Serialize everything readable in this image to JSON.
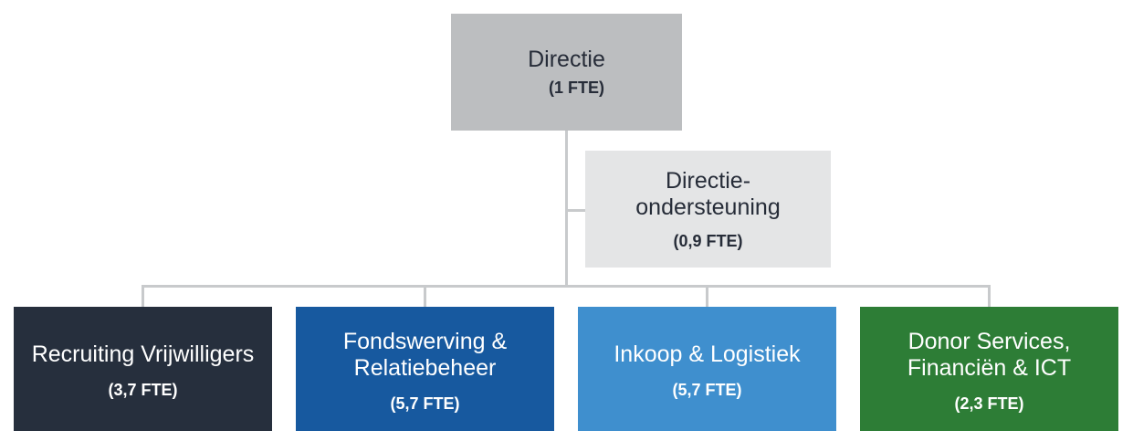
{
  "directie": {
    "title": "Directie",
    "fte": "(1 FTE)",
    "color": "#bcbec0"
  },
  "ondersteuning": {
    "title": "Directie-\nondersteuning",
    "fte": "(0,9 FTE)",
    "color": "#e4e5e6"
  },
  "departments": [
    {
      "title": "Recruiting Vrijwilligers",
      "fte": "(3,7 FTE)",
      "color": "#262f3d"
    },
    {
      "title": "Fondswerving &\nRelatiebeheer",
      "fte": "(5,7 FTE)",
      "color": "#17599f"
    },
    {
      "title": "Inkoop & Logistiek",
      "fte": "(5,7 FTE)",
      "color": "#3f8fce"
    },
    {
      "title": "Donor Services,\nFinanciën & ICT",
      "fte": "(2,3 FTE)",
      "color": "#2d7d36"
    }
  ]
}
